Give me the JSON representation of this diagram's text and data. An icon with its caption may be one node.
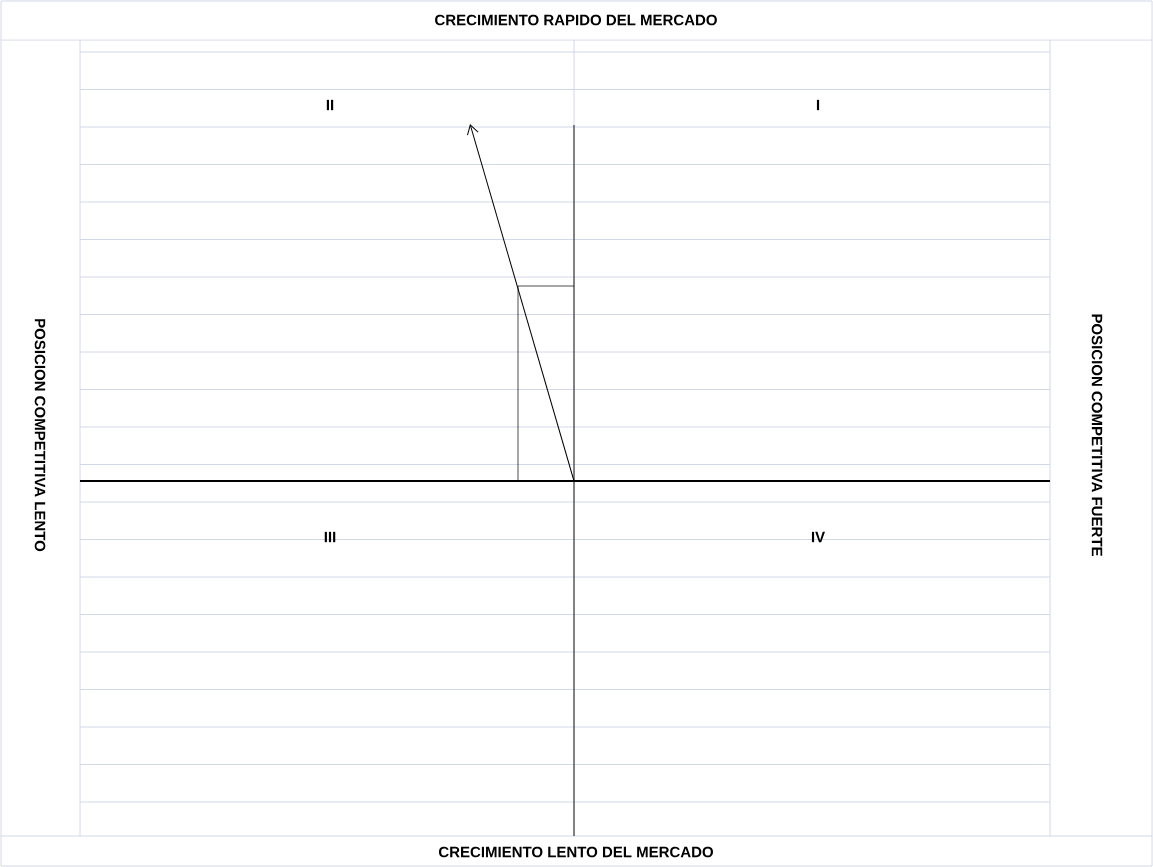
{
  "diagram": {
    "labels": [
      "CRECIMIENTO RAPIDO DEL MERCADO",
      "II",
      "I",
      "POSICION COMPETITIVA LENTO",
      "POSICION COMPETITIVA FUERTE",
      "III",
      "IV",
      "CRECIMIENTO LENTO DEL MERCADO"
    ]
  }
}
